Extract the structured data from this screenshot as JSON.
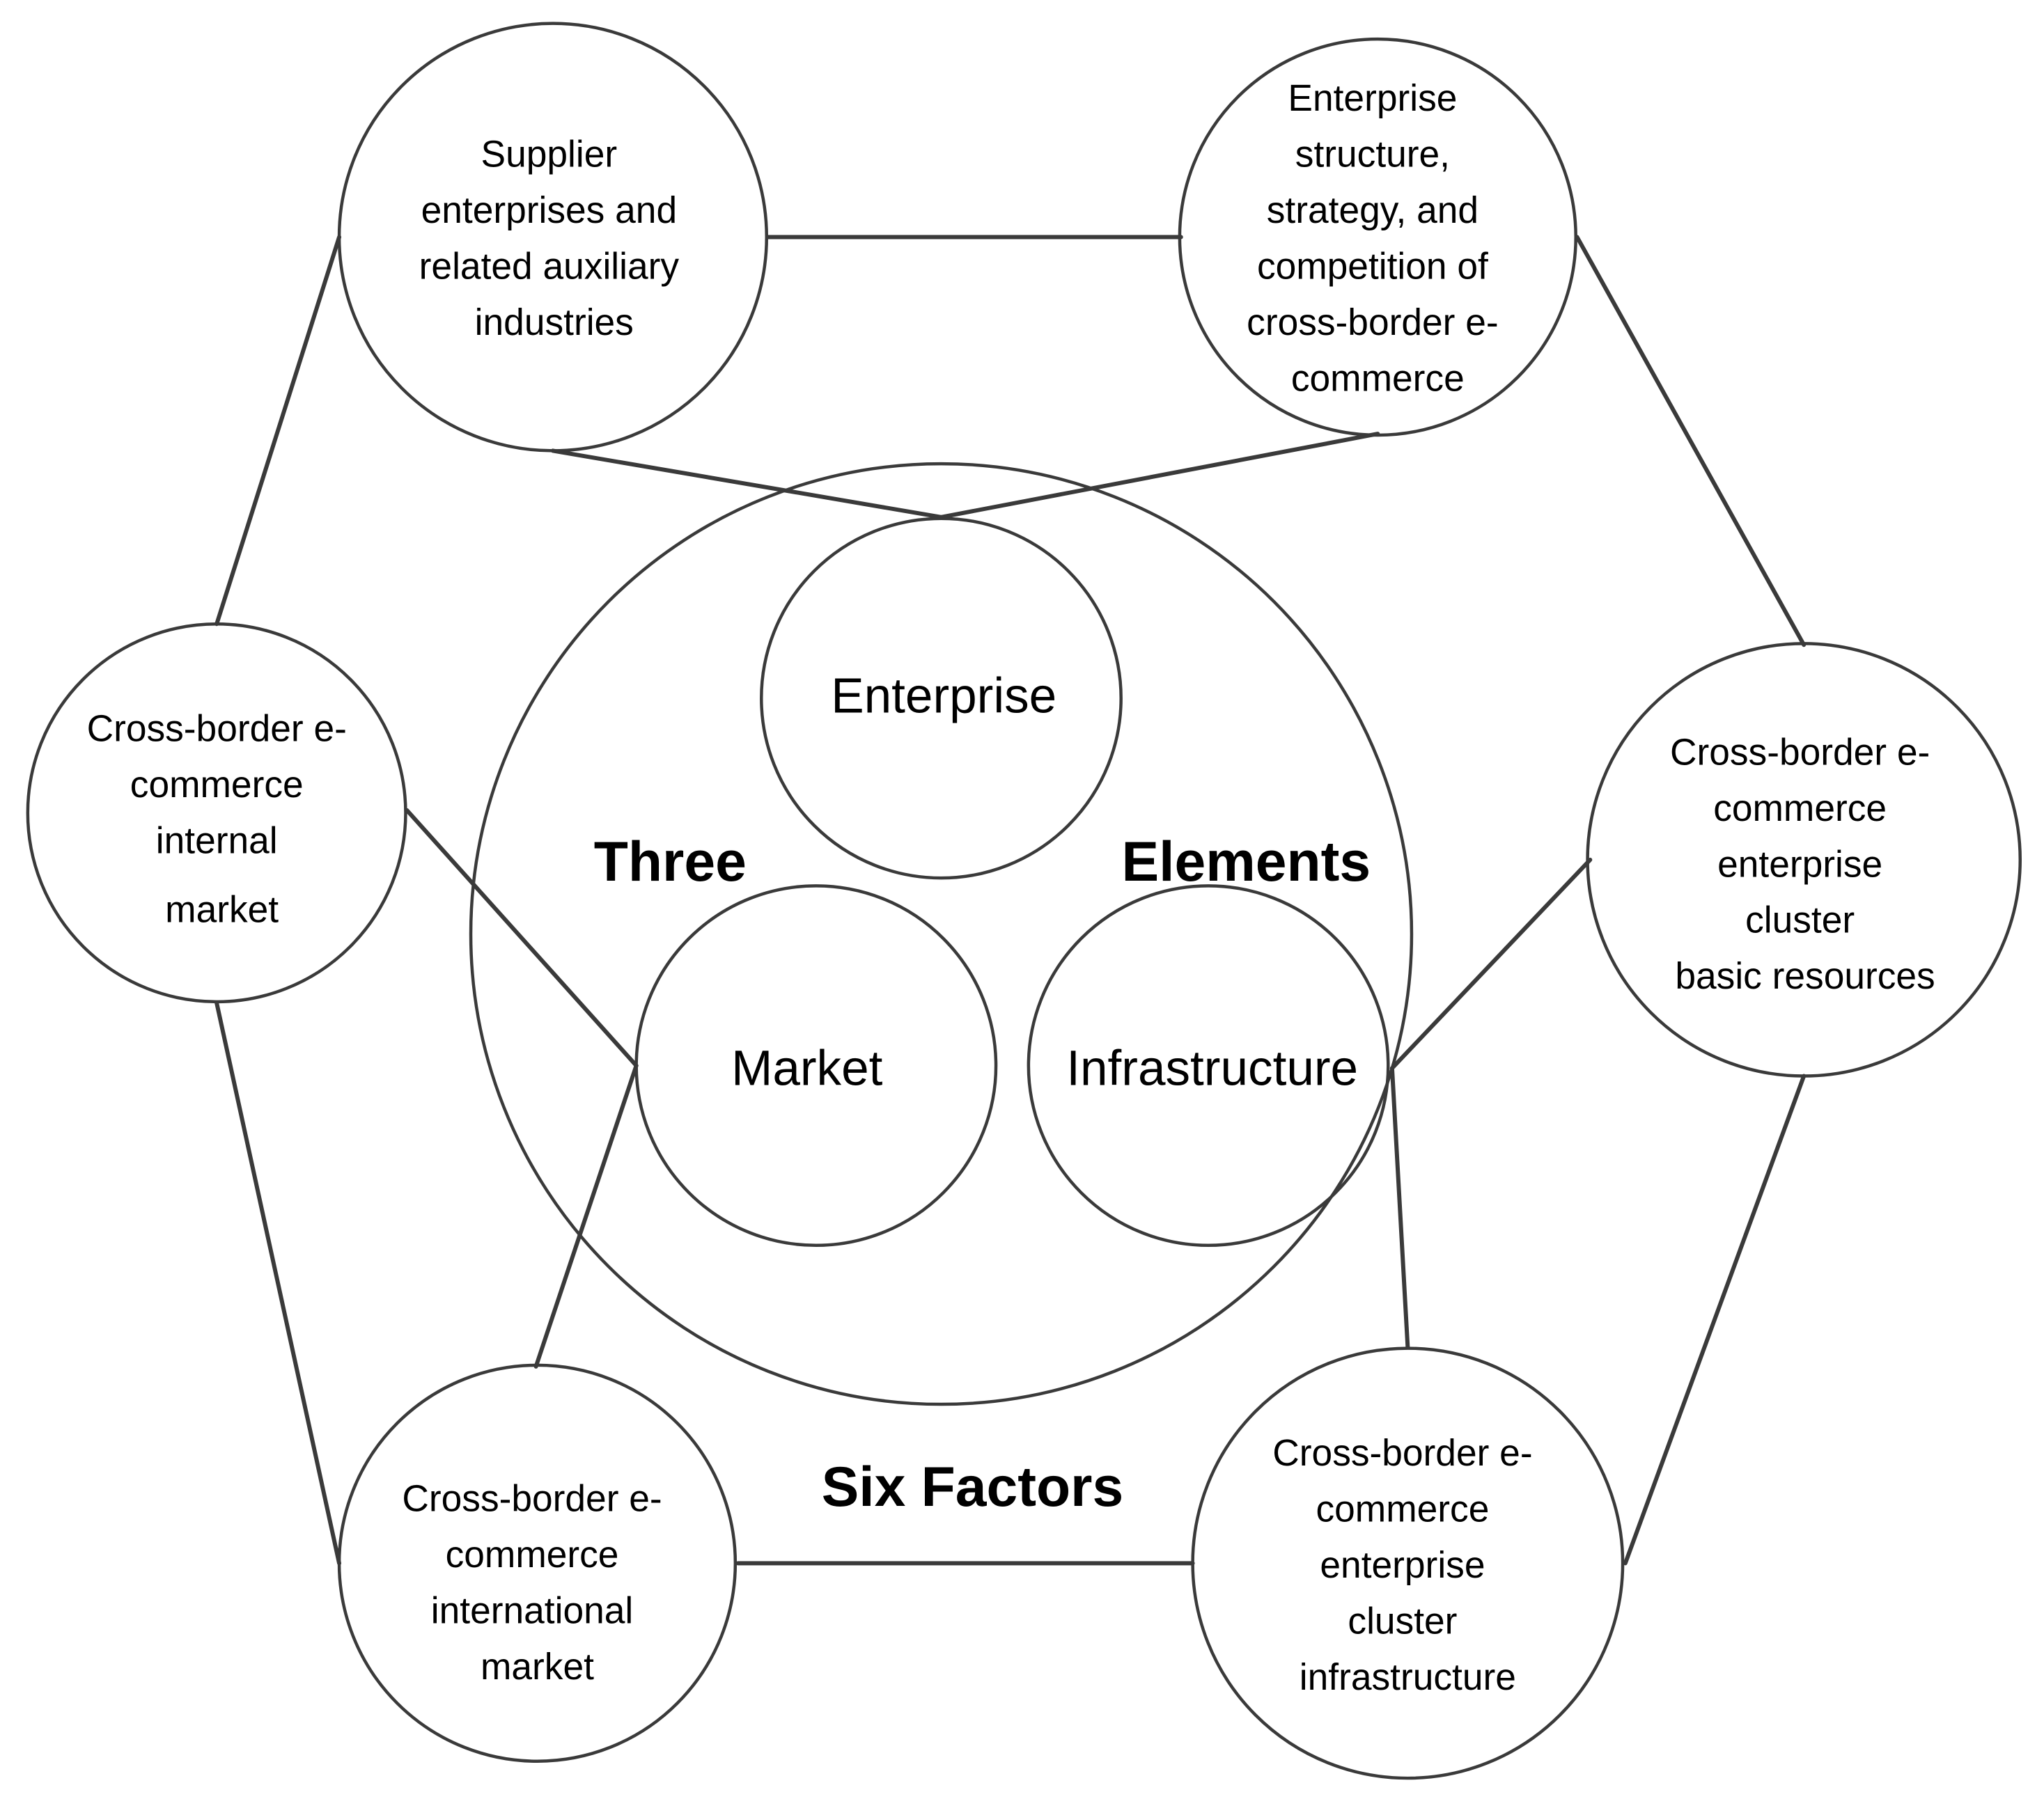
{
  "diagram": {
    "labels": {
      "left_heading": "Three",
      "right_heading": "Elements",
      "bottom_heading": "Six Factors"
    },
    "elements": {
      "enterprise": "Enterprise",
      "market": "Market",
      "infrastructure": "Infrastructure"
    },
    "factors": {
      "supplier": [
        "Supplier",
        "enterprises and",
        "related auxiliary",
        "industries"
      ],
      "enterprise_structure": [
        "Enterprise",
        "structure,",
        "strategy, and",
        "competition of",
        "cross-border e-",
        "commerce"
      ],
      "internal_market": [
        "Cross-border e-",
        "commerce",
        "internal",
        "market"
      ],
      "basic_resources": [
        "Cross-border e-",
        "commerce",
        "enterprise",
        "cluster",
        "basic resources"
      ],
      "international_market": [
        "Cross-border e-",
        "commerce",
        "international",
        "market"
      ],
      "cluster_infrastructure": [
        "Cross-border e-",
        "commerce",
        "enterprise",
        "cluster",
        "infrastructure"
      ]
    }
  }
}
